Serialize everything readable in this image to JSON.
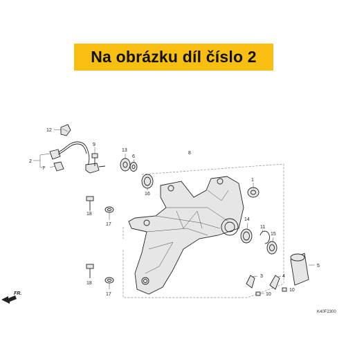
{
  "banner": {
    "text": "Na obrázku díl číslo 2"
  },
  "callouts": [
    "1",
    "2",
    "3",
    "4",
    "5",
    "6",
    "7",
    "8",
    "9",
    "10",
    "10",
    "11",
    "12",
    "13",
    "14",
    "15",
    "16",
    "17",
    "17",
    "18",
    "18"
  ],
  "direction_label": "FR.",
  "diagram_code": "K40F2300",
  "colors": {
    "banner": "#f8bf12",
    "banner_text": "#111111",
    "lines": "#222222"
  }
}
